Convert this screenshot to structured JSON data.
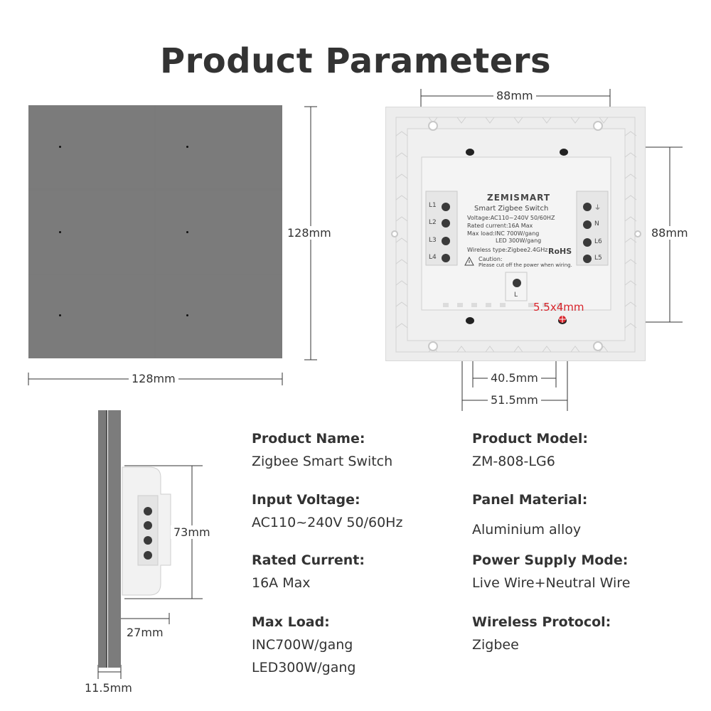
{
  "title": "Product Parameters",
  "dimensions": {
    "front_height": "128mm",
    "front_width": "128mm",
    "back_width": "88mm",
    "back_height": "88mm",
    "screw_hole": "5.5x4mm",
    "hole_spacing_inner": "40.5mm",
    "hole_spacing_outer": "51.5mm",
    "side_height": "73mm",
    "side_depth": "27mm",
    "panel_thickness": "11.5mm"
  },
  "module": {
    "brand": "ZEMISMART",
    "name": "Smart Zigbee Switch",
    "voltage": "Voltage:AC110~240V  50/60HZ",
    "current": "Rated current:16A Max",
    "load1": "Max load:INC 700W/gang",
    "load2": "LED 300W/gang",
    "wireless": "Wireless type:Zigbee2.4GHz",
    "rohs": "RoHS",
    "caution": "Caution:",
    "caution_text": "Please cut off the power when wiring.",
    "terminals_left": [
      "L1",
      "L2",
      "L3",
      "L4"
    ],
    "terminals_right": [
      "⏚",
      "N",
      "L6",
      "L5"
    ],
    "bottom_terminal": "L"
  },
  "specs": {
    "product_name_label": "Product Name:",
    "product_name": "Zigbee Smart Switch",
    "product_model_label": "Product Model:",
    "product_model": "ZM-808-LG6",
    "input_voltage_label": "Input Voltage:",
    "input_voltage": "AC110~240V 50/60Hz",
    "panel_material_label": "Panel Material:",
    "panel_material": "Aluminium alloy",
    "rated_current_label": "Rated Current:",
    "rated_current": "16A Max",
    "power_supply_label": "Power Supply Mode:",
    "power_supply": "Live Wire+Neutral Wire",
    "max_load_label": "Max Load:",
    "max_load_1": "INC700W/gang",
    "max_load_2": "LED300W/gang",
    "wireless_label": "Wireless Protocol:",
    "wireless": "Zigbee"
  },
  "colors": {
    "panel": "#7a7a7a",
    "accent_red": "#d8232a",
    "text": "#333333"
  }
}
